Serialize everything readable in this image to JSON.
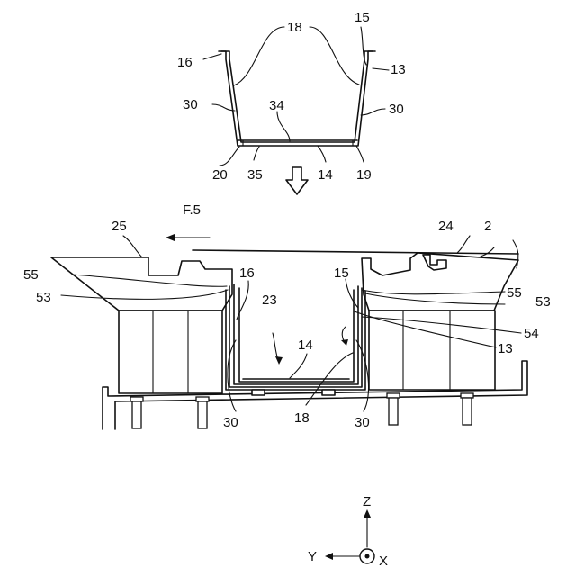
{
  "top_labels": {
    "l18": "18",
    "l15": "15",
    "l16": "16",
    "l13": "13",
    "l30a": "30",
    "l30b": "30",
    "l34": "34",
    "l20": "20",
    "l35": "35",
    "l14": "14",
    "l19": "19"
  },
  "bottom_labels": {
    "f5": "F.5",
    "l25": "25",
    "l24": "24",
    "l2": "2",
    "l55a": "55",
    "l53a": "53",
    "l16": "16",
    "l23": "23",
    "l15": "15",
    "l55b": "55",
    "l53b": "53",
    "l54": "54",
    "l13": "13",
    "l14": "14",
    "l30a": "30",
    "l18": "18",
    "l30b": "30"
  },
  "axes": {
    "z": "Z",
    "y": "Y",
    "x": "X"
  }
}
